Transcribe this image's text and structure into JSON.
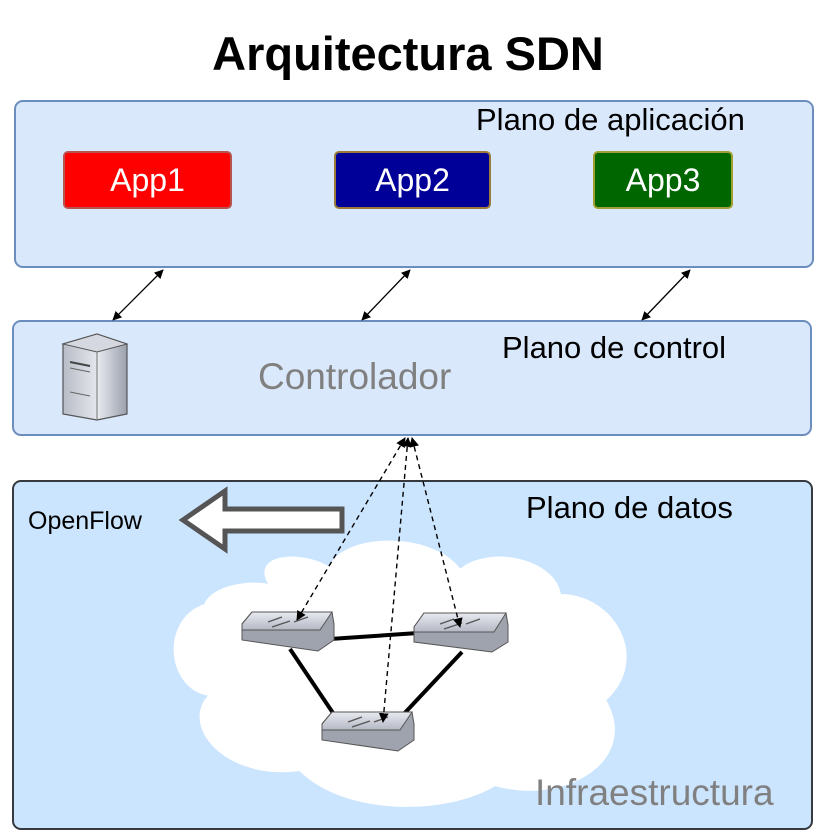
{
  "title": "Arquitectura SDN",
  "planes": {
    "application": {
      "label": "Plano de aplicación"
    },
    "control": {
      "label": "Plano de control"
    },
    "data": {
      "label": "Plano de datos"
    }
  },
  "apps": [
    {
      "label": "App1",
      "color": "#ff0000"
    },
    {
      "label": "App2",
      "color": "#000099"
    },
    {
      "label": "App3",
      "color": "#006600"
    }
  ],
  "controller": {
    "label": "Controlador",
    "icon": "server-icon"
  },
  "protocol": {
    "label": "OpenFlow",
    "icon": "arrow-left-icon"
  },
  "infrastructure": {
    "label": "Infraestructura",
    "icon": "cloud-icon"
  },
  "switches": [
    {
      "name": "switch-left",
      "icon": "switch-icon"
    },
    {
      "name": "switch-right",
      "icon": "switch-icon"
    },
    {
      "name": "switch-bottom",
      "icon": "switch-icon"
    }
  ],
  "colors": {
    "plane_fill": "#dae8fc",
    "plane_border": "#6c8ebf",
    "data_plane_fill": "#cce5ff",
    "muted_text": "#808080"
  }
}
